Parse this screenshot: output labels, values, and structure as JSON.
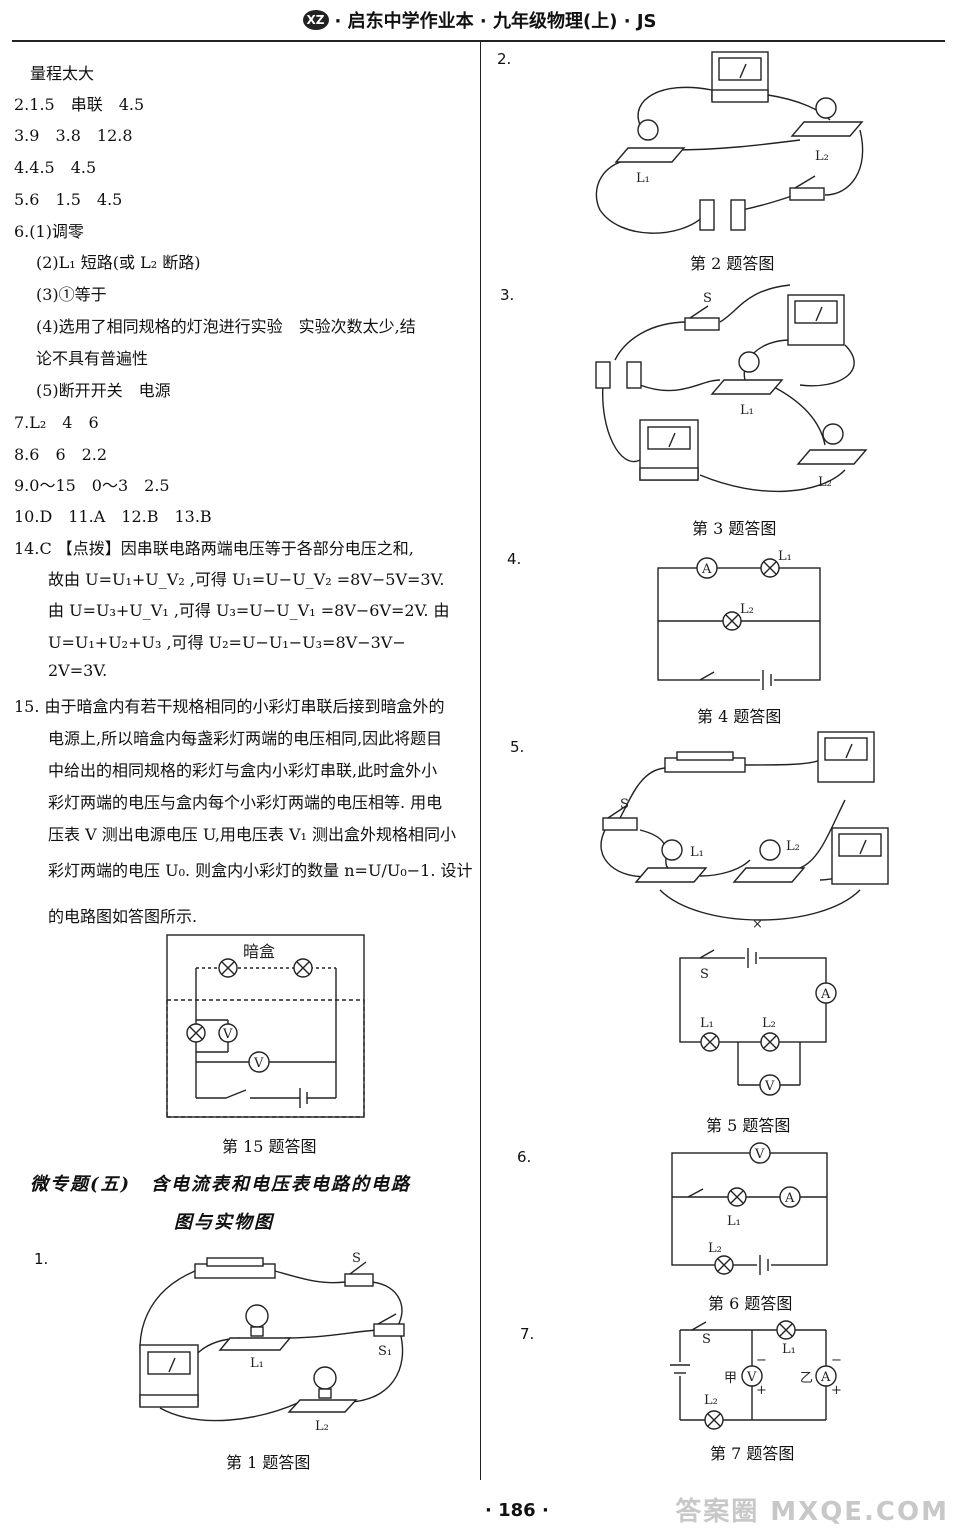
{
  "header": {
    "logo": "XZ",
    "title": "· 启东中学作业本 · 九年级物理(上) · JS"
  },
  "left_lines": [
    "量程太大",
    "2.1.5　串联　4.5",
    "3.9　3.8　12.8",
    "4.4.5　4.5",
    "5.6　1.5　4.5",
    "6.(1)调零",
    "(2)L₁ 短路(或 L₂ 断路)",
    "(3)①等于",
    "(4)选用了相同规格的灯泡进行实验　实验次数太少,结",
    "论不具有普遍性",
    "(5)断开开关　电源",
    "7.L₂　4　6",
    "8.6　6　2.2",
    "9.0～15　0～3　2.5",
    "10.D　11.A　12.B　13.B",
    "14.C 【点拨】因串联电路两端电压等于各部分电压之和,",
    "故由 U=U₁+U_V₂ ,可得 U₁=U−U_V₂ =8V−5V=3V.",
    "由 U=U₃+U_V₁ ,可得 U₃=U−U_V₁ =8V−6V=2V. 由",
    "U=U₁+U₂+U₃ ,可得 U₂=U−U₁−U₃=8V−3V−",
    "2V=3V.",
    "15. 由于暗盒内有若干规格相同的小彩灯串联后接到暗盒外的",
    "电源上,所以暗盒内每盏彩灯两端的电压相同,因此将题目",
    "中给出的相同规格的彩灯与盒内小彩灯串联,此时盒外小",
    "彩灯两端的电压与盒内每个小彩灯两端的电压相等. 用电",
    "压表 V 测出电源电压 U,用电压表 V₁ 测出盒外规格相同小",
    "彩灯两端的电压 U₀. 则盒内小彩灯的数量 n=U/U₀−1. 设计",
    "的电路图如答图所示."
  ],
  "fig15": {
    "box_label": "暗盒",
    "caption": "第 15 题答图"
  },
  "topic": {
    "line1": "微专题(五)　含电流表和电压表电路的电路",
    "line2": "图与实物图"
  },
  "answers": {
    "q1": {
      "num": "1.",
      "caption": "第 1 题答图"
    },
    "q2": {
      "num": "2.",
      "caption": "第 2 题答图"
    },
    "q3": {
      "num": "3.",
      "caption": "第 3 题答图"
    },
    "q4": {
      "num": "4.",
      "caption": "第 4 题答图"
    },
    "q5": {
      "num": "5.",
      "caption": "第 5 题答图"
    },
    "q6": {
      "num": "6.",
      "caption": "第 6 题答图"
    },
    "q7": {
      "num": "7.",
      "caption": "第 7 题答图"
    }
  },
  "labels": {
    "L1": "L₁",
    "L2": "L₂",
    "S": "S",
    "S1": "S₁",
    "A": "A",
    "V": "V",
    "V1": "V",
    "jia": "甲",
    "yi": "乙",
    "plus": "+",
    "minus": "−",
    "cross": "×"
  },
  "page_number": "· 186 ·",
  "watermark": "答案圈 MXQE.COM"
}
